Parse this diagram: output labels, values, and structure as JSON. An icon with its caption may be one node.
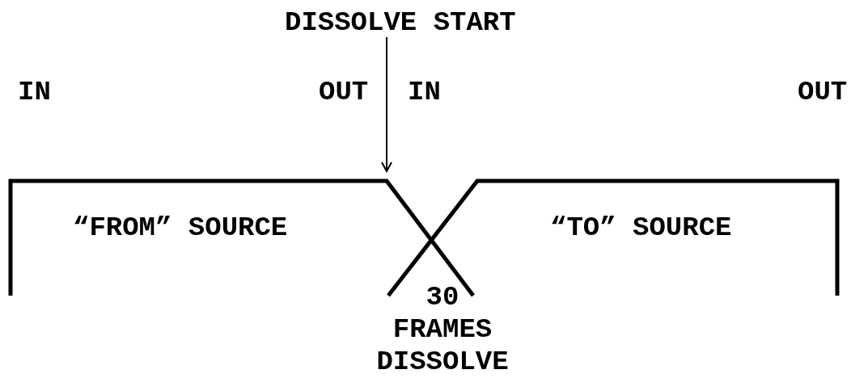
{
  "diagram": {
    "nodes": [
      {
        "text": [
          "DISSOLVE START"
        ]
      },
      {
        "text": [
          "“FROM” SOURCE"
        ]
      },
      {
        "text": [
          "“TO” SOURCE"
        ]
      }
    ],
    "edges": [
      {
        "from": 0,
        "to": 1,
        "arrow": "to"
      }
    ],
    "labels": [
      "IN",
      "OUT",
      "IN",
      "OUT",
      "30 FRAMES DISSOLVE"
    ]
  }
}
